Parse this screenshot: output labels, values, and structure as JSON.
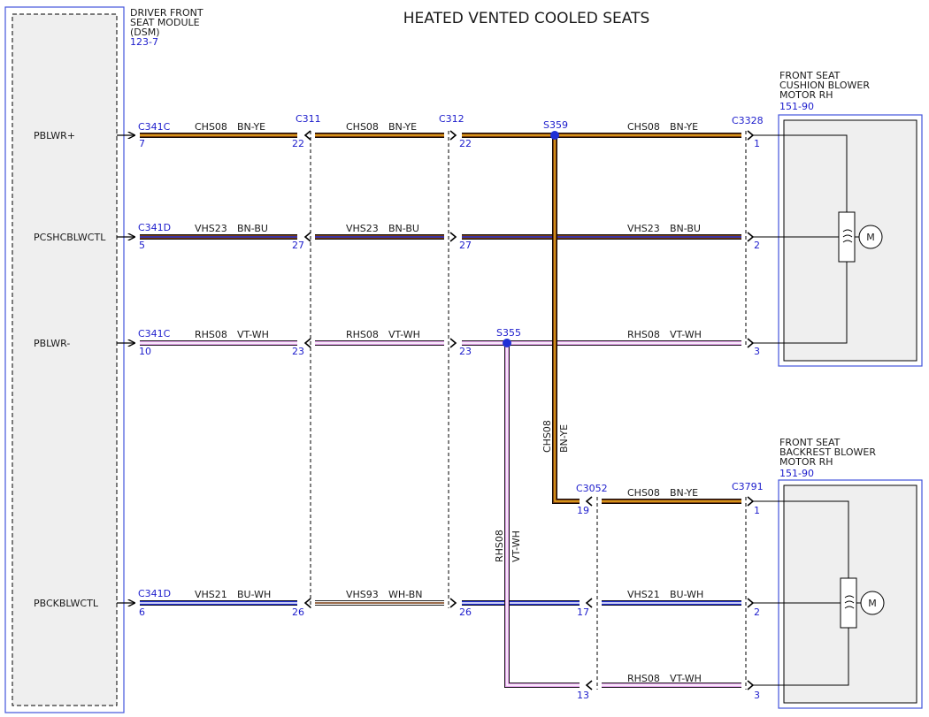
{
  "title": "HEATED VENTED COOLED SEATS",
  "modules": {
    "dsm": {
      "name_line1": "DRIVER FRONT",
      "name_line2": "SEAT MODULE",
      "name_line3": "(DSM)",
      "ref": "123-7"
    },
    "cushion_motor": {
      "name_line1": "FRONT SEAT",
      "name_line2": "CUSHION BLOWER",
      "name_line3": "MOTOR RH",
      "ref": "151-90"
    },
    "backrest_motor": {
      "name_line1": "FRONT SEAT",
      "name_line2": "BACKREST BLOWER",
      "name_line3": "MOTOR RH",
      "ref": "151-90"
    }
  },
  "pins": {
    "p1": "PBLWR+",
    "p2": "PCSHCBLWCTL",
    "p3": "PBLWR-",
    "p4": "PBCKBLWCTL"
  },
  "motor_symbol": "M",
  "connectors": {
    "c341c": "C341C",
    "c341d": "C341D",
    "c311": "C311",
    "c312": "C312",
    "c3328": "C3328",
    "c3052": "C3052",
    "c3791": "C3791"
  },
  "splices": {
    "s359": "S359",
    "s355": "S355"
  },
  "pin_numbers": {
    "r1_dsm": "7",
    "r1_c311": "22",
    "r1_c312": "22",
    "r1_c3328": "1",
    "r2_dsm": "5",
    "r2_c311": "27",
    "r2_c312": "27",
    "r2_c3328": "2",
    "r3_dsm": "10",
    "r3_c311": "23",
    "r3_c312": "23",
    "r3_c3328": "3",
    "r4_dsm": "6",
    "r4_c311": "26",
    "r4_c312": "26",
    "r4_c3052": "17",
    "r4_c3791": "2",
    "r5_c3052": "19",
    "r5_c3791": "1",
    "r6_c3052": "13",
    "r6_c3791": "3"
  },
  "circuits": {
    "chs08": "CHS08",
    "vhs23": "VHS23",
    "rhs08": "RHS08",
    "vhs21": "VHS21",
    "vhs93": "VHS93"
  },
  "wire_colors": {
    "bn_ye": "BN-YE",
    "bn_bu": "BN-BU",
    "vt_wh": "VT-WH",
    "bu_wh": "BU-WH",
    "wh_bn": "WH-BN"
  },
  "colors": {
    "brown": "#7a3b10",
    "yellow": "#f2b21c",
    "blue": "#2431d6",
    "violet": "#e5a4ec",
    "white": "#ffffff",
    "label_blue": "#1c1ccc"
  }
}
